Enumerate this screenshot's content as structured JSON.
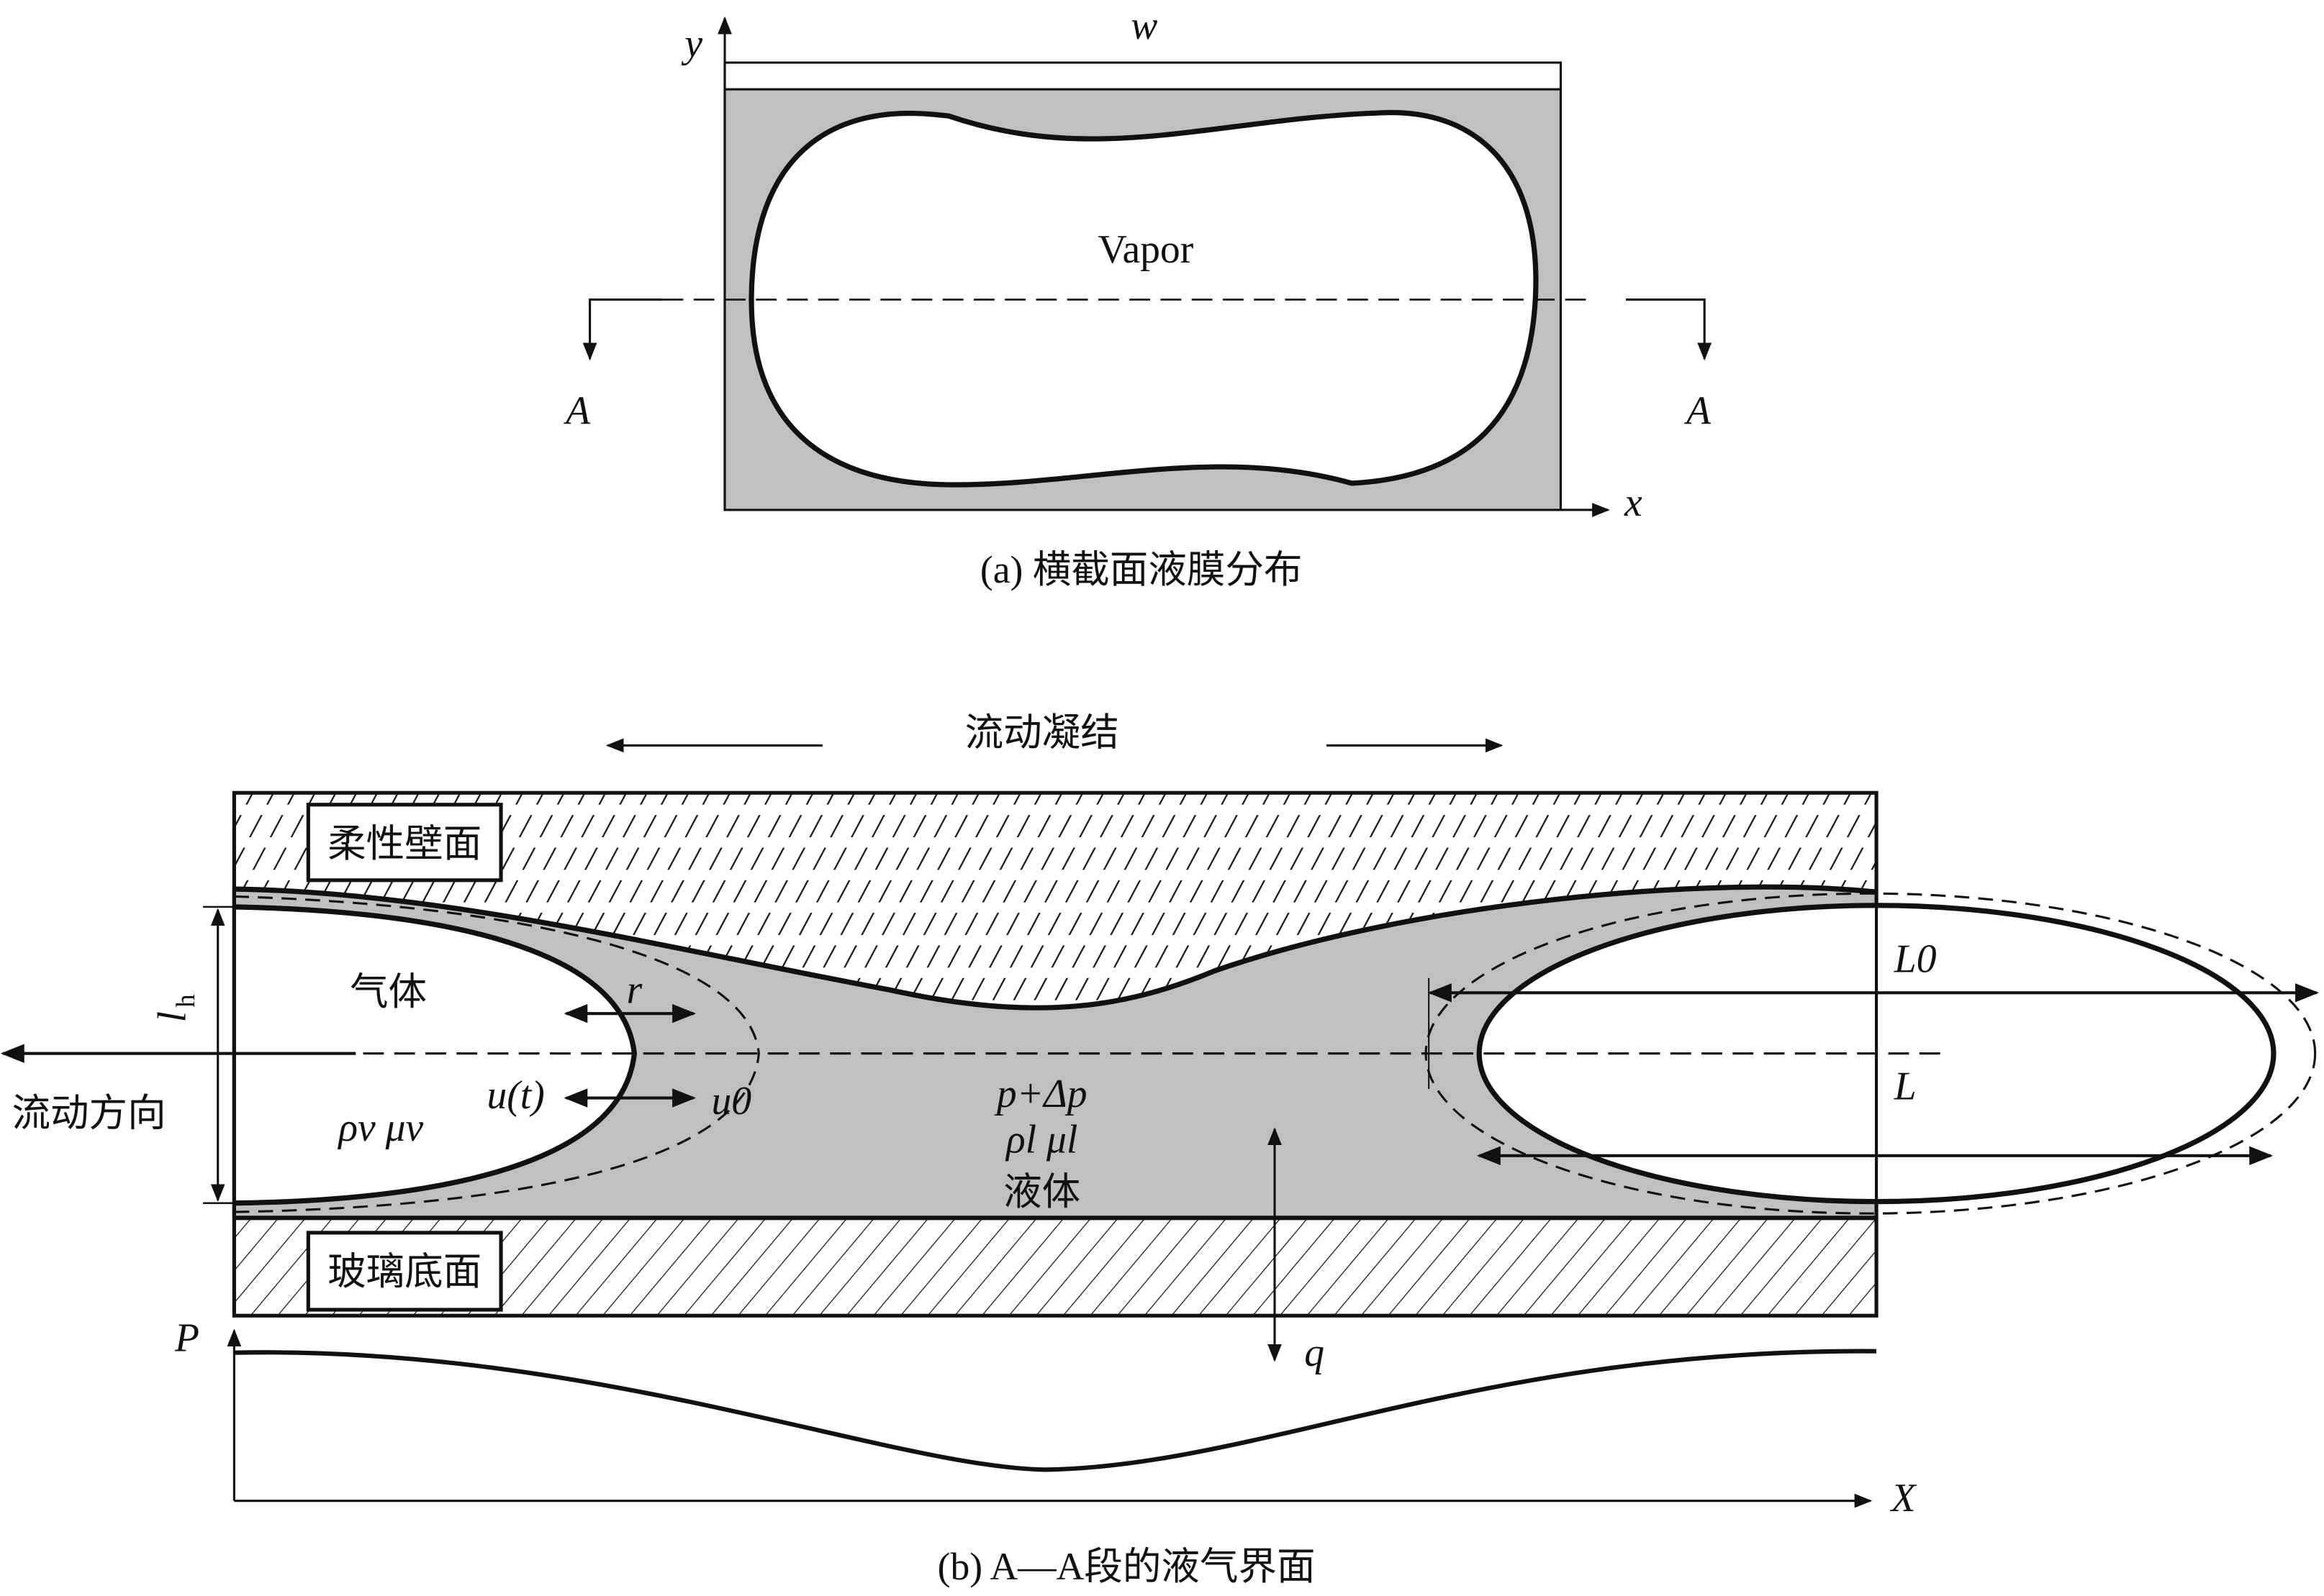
{
  "panel_a": {
    "y_axis": "y",
    "x_axis": "x",
    "width_label": "w",
    "vapor_label": "Vapor",
    "section_left": "A",
    "section_right": "A",
    "caption": "(a) 横截面液膜分布"
  },
  "panel_b": {
    "title": "流动凝结",
    "flexible_wall": "柔性壁面",
    "glass_bottom": "玻璃底面",
    "lh_label": "l",
    "lh_sub": "h",
    "flow_direction": "流动方向",
    "gas": "气体",
    "gas_props": "ρv  μv",
    "r_label": "r",
    "ut_label": "u(t)",
    "u0_label": "u0",
    "pressure_label": "p+Δp",
    "liquid_props": "ρl  μl",
    "liquid": "液体",
    "q_label": "q",
    "L0_label": "L0",
    "L_label": "L",
    "P_axis": "P",
    "X_axis": "X",
    "caption": "(b) A—A段的液气界面"
  },
  "colors": {
    "film": "#c0c0c0",
    "line": "#111111"
  }
}
